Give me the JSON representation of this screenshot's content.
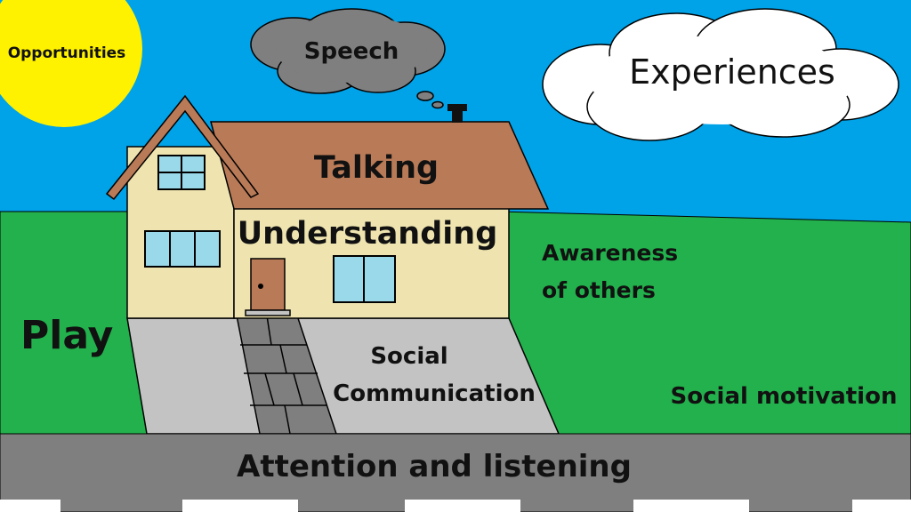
{
  "labels": {
    "opportunities": "Opportunities",
    "speech": "Speech",
    "experiences": "Experiences",
    "talking": "Talking",
    "understanding": "Understanding",
    "awareness_line1": "Awareness",
    "awareness_line2": "of others",
    "play": "Play",
    "social_line1": "Social",
    "social_line2": "Communication",
    "social_motivation": "Social motivation",
    "attention": "Attention and listening"
  },
  "colors": {
    "sky": "#00a2e8",
    "sun": "#fff200",
    "grass": "#22b14c",
    "road": "#7f7f7f",
    "house_wall": "#efe4b0",
    "roof": "#b97a57",
    "window": "#99d9ea",
    "cloud_dark": "#7f7f7f",
    "cloud_light": "#ffffff",
    "path_light": "#c3c3c3",
    "path_dark": "#7f7f7f"
  },
  "icons": [
    "sun-icon",
    "thought-cloud-icon",
    "cloud-icon",
    "house-icon",
    "chimney-icon",
    "door-icon",
    "window-icon"
  ]
}
